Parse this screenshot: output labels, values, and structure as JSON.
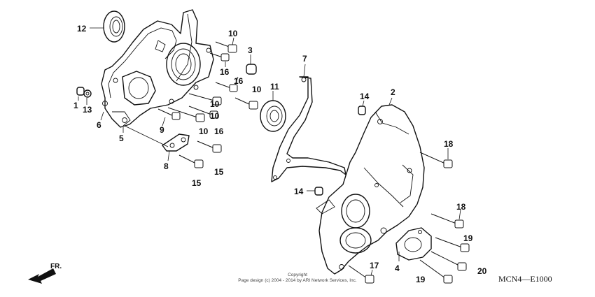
{
  "diagram_code": "MCN4—E1000",
  "copyright": {
    "line1": "Copyright",
    "line2": "Page design (c) 2004 - 2014 by ARI Network Services, Inc."
  },
  "front_label": "FR.",
  "callouts": [
    {
      "id": "c1",
      "label": "1"
    },
    {
      "id": "c2",
      "label": "2"
    },
    {
      "id": "c3",
      "label": "3"
    },
    {
      "id": "c4",
      "label": "4"
    },
    {
      "id": "c5",
      "label": "5"
    },
    {
      "id": "c6",
      "label": "6"
    },
    {
      "id": "c7",
      "label": "7"
    },
    {
      "id": "c8",
      "label": "8"
    },
    {
      "id": "c9",
      "label": "9"
    },
    {
      "id": "c10a",
      "label": "10"
    },
    {
      "id": "c10b",
      "label": "10"
    },
    {
      "id": "c10c",
      "label": "10"
    },
    {
      "id": "c10d",
      "label": "10"
    },
    {
      "id": "c11",
      "label": "11"
    },
    {
      "id": "c12",
      "label": "12"
    },
    {
      "id": "c13",
      "label": "13"
    },
    {
      "id": "c14a",
      "label": "14"
    },
    {
      "id": "c14b",
      "label": "14"
    },
    {
      "id": "c15",
      "label": "15"
    },
    {
      "id": "c15b",
      "label": "15"
    },
    {
      "id": "c16a",
      "label": "16"
    },
    {
      "id": "c16b",
      "label": "16"
    },
    {
      "id": "c16c",
      "label": "16"
    },
    {
      "id": "c17",
      "label": "17"
    },
    {
      "id": "c18a",
      "label": "18"
    },
    {
      "id": "c18b",
      "label": "18"
    },
    {
      "id": "c19a",
      "label": "19"
    },
    {
      "id": "c19b",
      "label": "19"
    },
    {
      "id": "c20",
      "label": "20"
    }
  ]
}
